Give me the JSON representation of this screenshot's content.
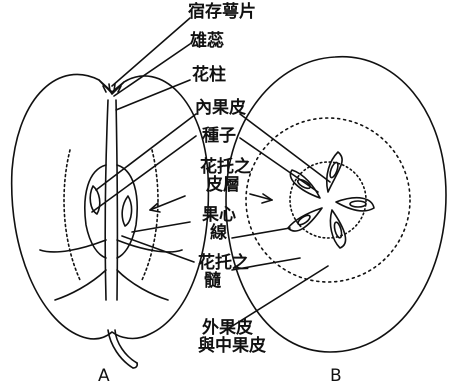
{
  "labels": {
    "calyx": "宿存萼片",
    "stamen": "雄蕊",
    "style": "花柱",
    "endocarp": "內果皮",
    "seed": "種子",
    "receptacle_cortex_1": "花托之",
    "receptacle_cortex_2": "皮層",
    "core_line_1": "果心",
    "core_line_2": "線",
    "receptacle_pith_1": "花托之",
    "receptacle_pith_2": "髓",
    "exocarp_1": "外果皮",
    "exocarp_2": "與中果皮"
  },
  "panels": {
    "a": "A",
    "b": "B"
  },
  "colors": {
    "ink": "#111111",
    "background": "#ffffff"
  }
}
